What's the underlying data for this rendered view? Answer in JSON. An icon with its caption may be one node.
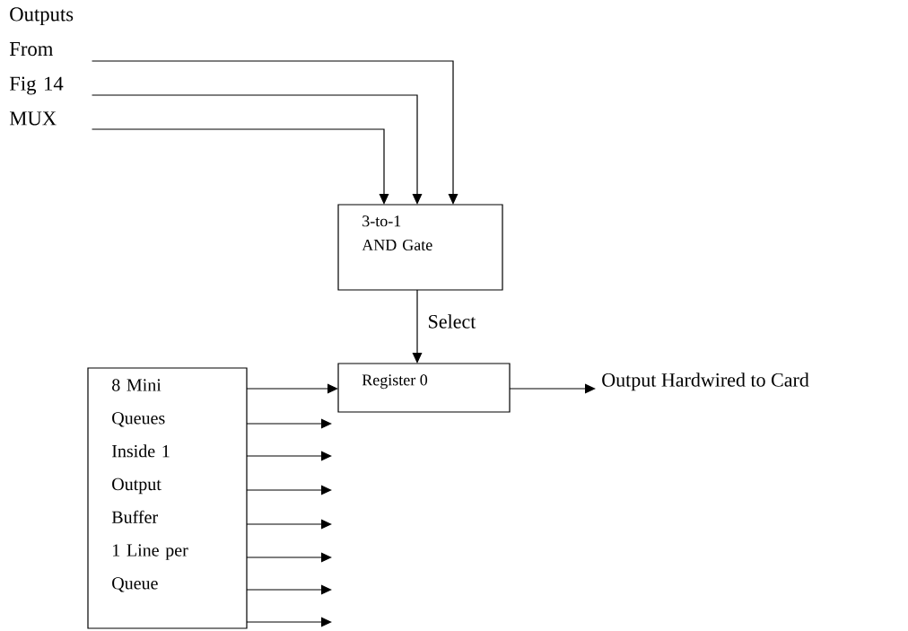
{
  "diagram": {
    "nodes": [
      {
        "text": [
          "Outputs From Fig 14 MUX"
        ]
      },
      {
        "text": [
          "3-to-1 AND Gate"
        ]
      },
      {
        "text": [
          "Register 0"
        ]
      },
      {
        "text": [
          "Output Hardwired to Card"
        ]
      },
      {
        "text": [
          "8 Mini Queues Inside 1 Output Buffer 1 Line per Queue"
        ]
      }
    ],
    "edges": [
      {
        "from": 0,
        "to": 1,
        "arrow": "to"
      },
      {
        "from": 0,
        "to": 1,
        "arrow": "to"
      },
      {
        "from": 0,
        "to": 1,
        "arrow": "to"
      },
      {
        "from": 1,
        "to": 2,
        "arrow": "to",
        "label": "Select"
      },
      {
        "from": 2,
        "to": 3,
        "arrow": "to"
      },
      {
        "from": 4,
        "to": 2,
        "arrow": "to"
      },
      {
        "from": 4,
        "to": null,
        "arrow": "to"
      },
      {
        "from": 4,
        "to": null,
        "arrow": "to"
      },
      {
        "from": 4,
        "to": null,
        "arrow": "to"
      },
      {
        "from": 4,
        "to": null,
        "arrow": "to"
      },
      {
        "from": 4,
        "to": null,
        "arrow": "to"
      },
      {
        "from": 4,
        "to": null,
        "arrow": "to"
      },
      {
        "from": 4,
        "to": null,
        "arrow": "to"
      }
    ]
  }
}
